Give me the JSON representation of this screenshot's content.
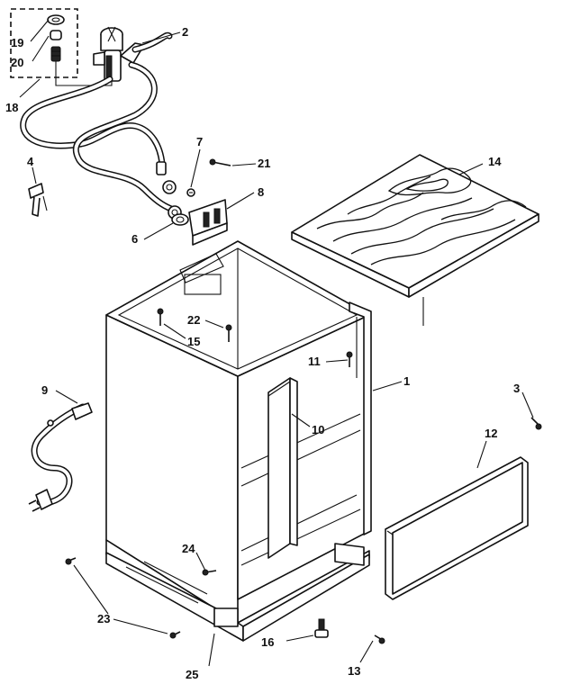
{
  "callouts": {
    "c1": "1",
    "c2": "2",
    "c3": "3",
    "c4": "4",
    "c6": "6",
    "c7": "7",
    "c8": "8",
    "c9": "9",
    "c10": "10",
    "c11": "11",
    "c12": "12",
    "c13": "13",
    "c14": "14",
    "c15": "15",
    "c16": "16",
    "c18": "18",
    "c19": "19",
    "c20": "20",
    "c21": "21",
    "c22": "22",
    "c23": "23",
    "c24": "24",
    "c25": "25"
  },
  "colors": {
    "ink": "#111111",
    "paper": "#ffffff"
  }
}
